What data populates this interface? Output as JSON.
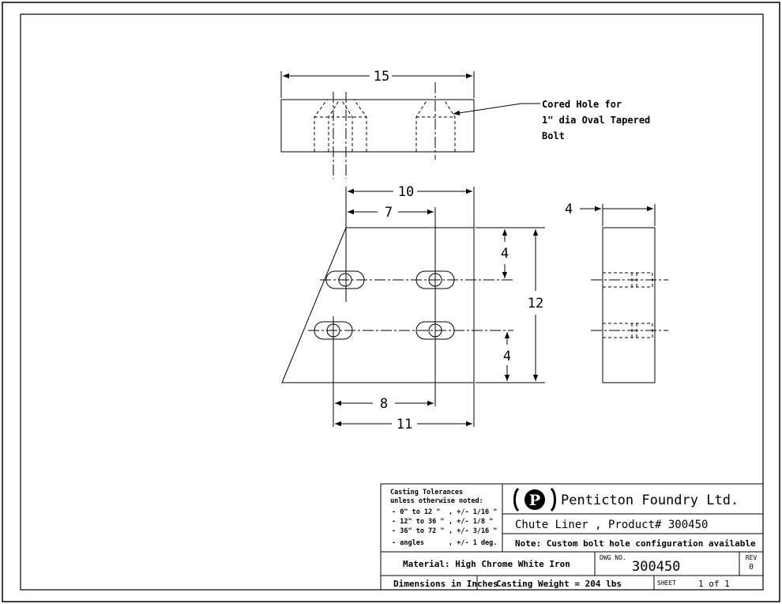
{
  "dimensions": {
    "top_width": "15",
    "front_overall_top": "10",
    "front_hole_offset_top": "7",
    "front_height": "12",
    "front_upper_spacing": "4",
    "front_lower_spacing": "4",
    "front_hole_offset_bottom": "8",
    "front_overall_bottom": "11",
    "side_thickness": "4"
  },
  "callout": {
    "line1": "Cored Hole for",
    "line2": "1\" dia Oval Tapered",
    "line3": "Bolt"
  },
  "title_block": {
    "tolerances": {
      "heading1": "Casting Tolerances",
      "heading2": "unless otherwise noted:",
      "rows": [
        {
          "range": "-    0\" to 12 \"",
          "tol": ", +/- 1/16 \""
        },
        {
          "range": "- 12\" to 36 \"",
          "tol": ", +/- 1/8 \""
        },
        {
          "range": "- 36\" to 72 \"",
          "tol": ", +/- 3/16 \""
        },
        {
          "range": "- angles",
          "tol": ", +/- 1 deg."
        }
      ]
    },
    "company": "Penticton Foundry Ltd.",
    "logo_letter": "P",
    "product": "Chute Liner , Product# 300450",
    "note": "Note: Custom bolt hole configuration available",
    "material": "Material: High Chrome White Iron",
    "dwg_label": "DWG NO.",
    "dwg_number": "300450",
    "rev_label": "REV",
    "rev_value": "0",
    "dimensions_note": "Dimensions in Inches",
    "casting_weight": "Casting Weight = 204 lbs",
    "sheet_label": "SHEET",
    "sheet_value": "1 of 1"
  }
}
